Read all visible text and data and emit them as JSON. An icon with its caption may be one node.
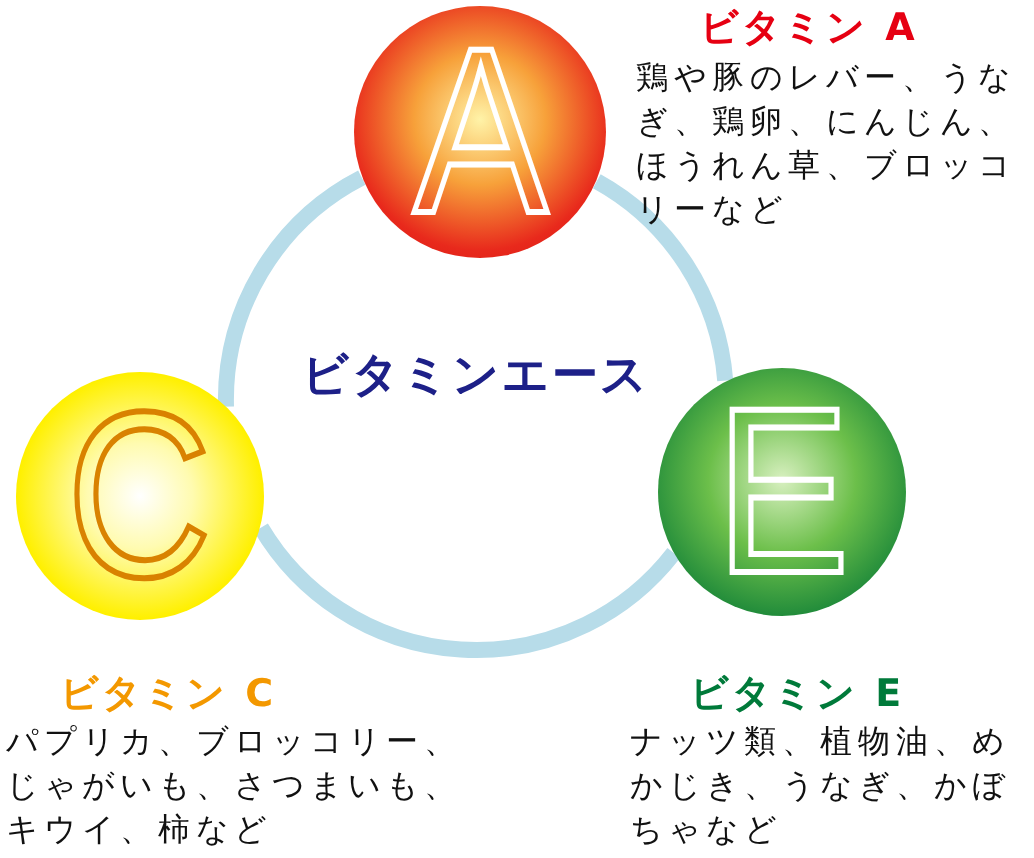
{
  "diagram": {
    "nodes": [
      {
        "text": [
          "A"
        ],
        "beside": [
          "ビタミン A",
          "鶏や豚のレバー、うなぎ、鶏卵、にんじん、ほうれん草、ブロッコリーなど"
        ]
      },
      {
        "text": [
          "C"
        ],
        "beside": [
          "ビタミン C",
          "パプリカ、ブロッコリー、じゃがいも、さつまいも、キウイ、柿など"
        ]
      },
      {
        "text": [
          "E"
        ],
        "beside": [
          "ビタミン E",
          "ナッツ類、植物油、めかじき、うなぎ、かぼちゃなど"
        ]
      }
    ],
    "edges": [
      {
        "from": 0,
        "to": 1,
        "arrow": "none"
      },
      {
        "from": 1,
        "to": 2,
        "arrow": "none"
      },
      {
        "from": 2,
        "to": 0,
        "arrow": "none"
      }
    ],
    "labels": [
      "ビタミンエース"
    ]
  }
}
